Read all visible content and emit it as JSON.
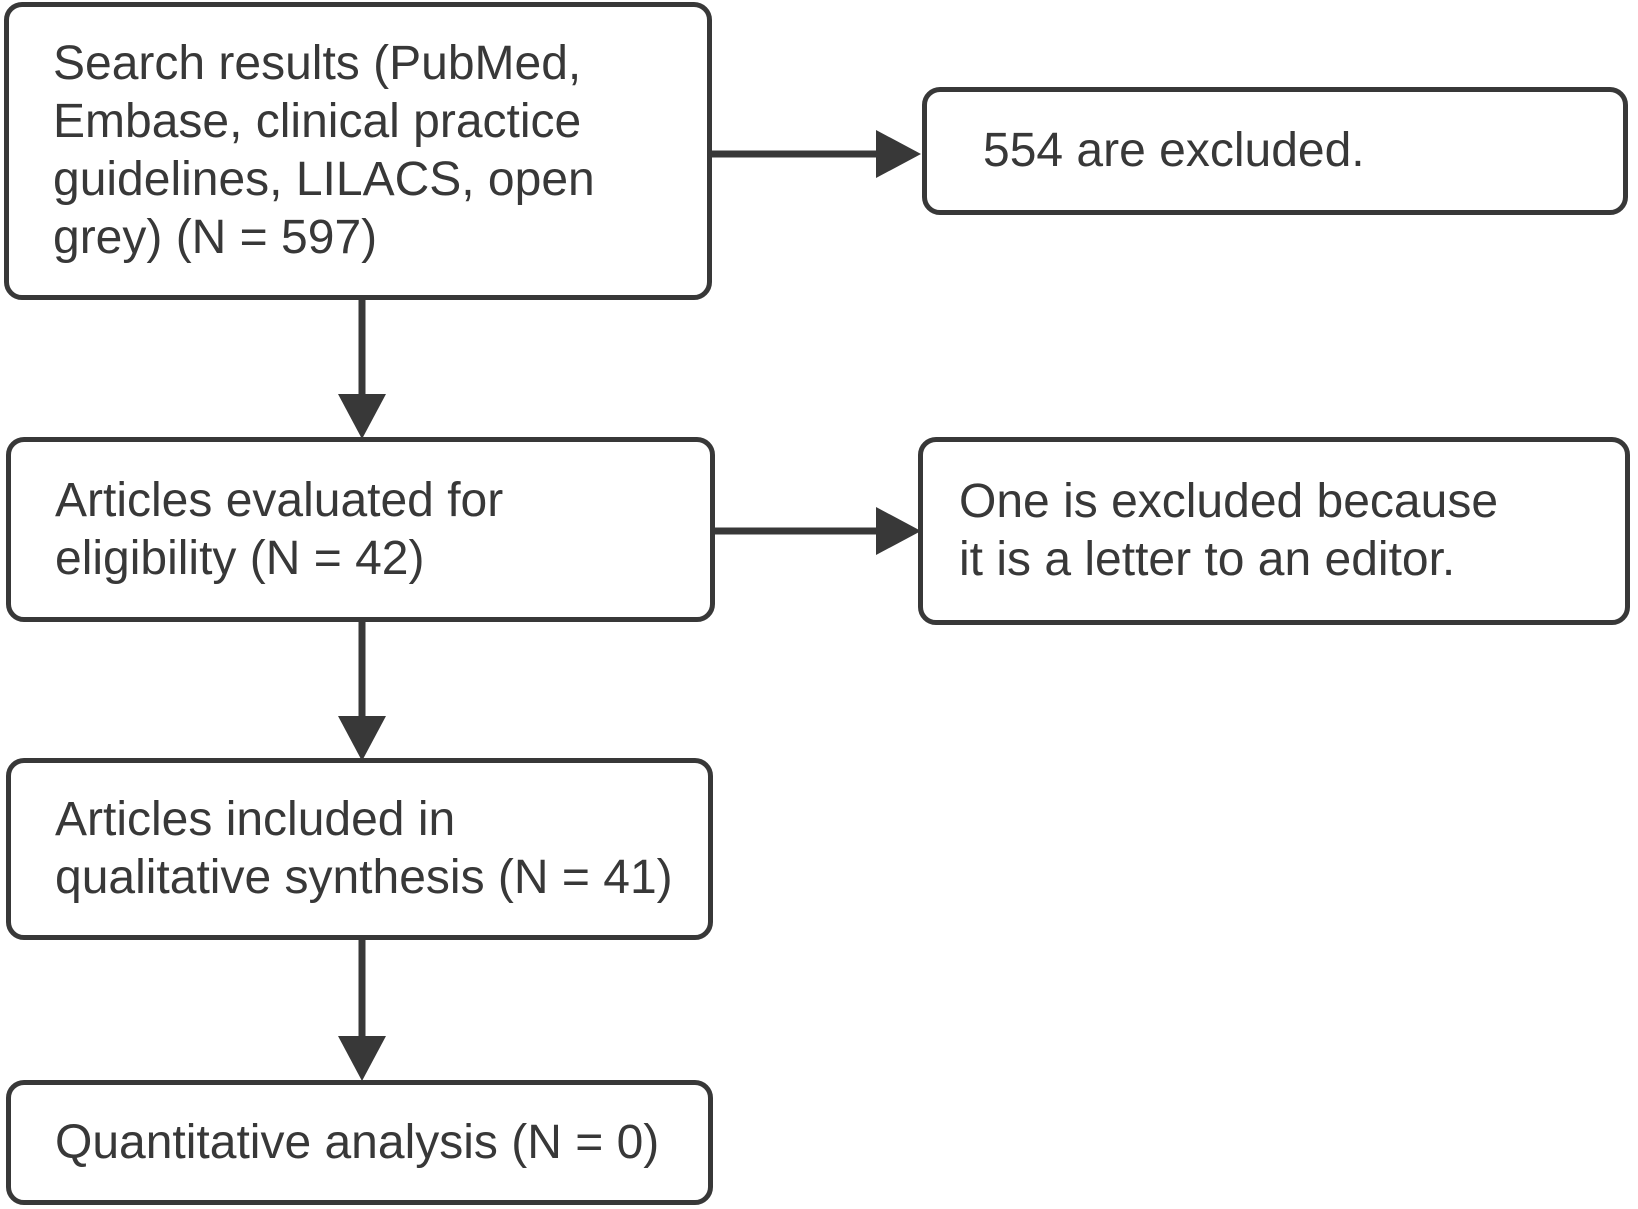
{
  "diagram": {
    "type": "flowchart",
    "description": "Study selection flow diagram",
    "colors": {
      "background": "#ffffff",
      "box_border": "#383838",
      "text": "#383838",
      "arrow": "#383838"
    },
    "nodes": [
      {
        "id": "search-results",
        "text": "Search results (PubMed,\nEmbase, clinical practice\nguidelines, LILACS, open\ngrey) (N = 597)",
        "count": 597
      },
      {
        "id": "excluded-554",
        "text": "554 are excluded.",
        "count": 554
      },
      {
        "id": "articles-evaluated",
        "text": "Articles evaluated for\neligibility (N = 42)",
        "count": 42
      },
      {
        "id": "letter-excluded",
        "text": "One is excluded because\nit is a letter to an editor.",
        "count": 1
      },
      {
        "id": "qualitative-synthesis",
        "text": "Articles included in\nqualitative synthesis (N = 41)",
        "count": 41
      },
      {
        "id": "quantitative-analysis",
        "text": "Quantitative analysis (N = 0)",
        "count": 0
      }
    ],
    "edges": [
      {
        "from": "search-results",
        "to": "excluded-554",
        "direction": "right"
      },
      {
        "from": "search-results",
        "to": "articles-evaluated",
        "direction": "down"
      },
      {
        "from": "articles-evaluated",
        "to": "letter-excluded",
        "direction": "right"
      },
      {
        "from": "articles-evaluated",
        "to": "qualitative-synthesis",
        "direction": "down"
      },
      {
        "from": "qualitative-synthesis",
        "to": "quantitative-analysis",
        "direction": "down"
      }
    ]
  }
}
